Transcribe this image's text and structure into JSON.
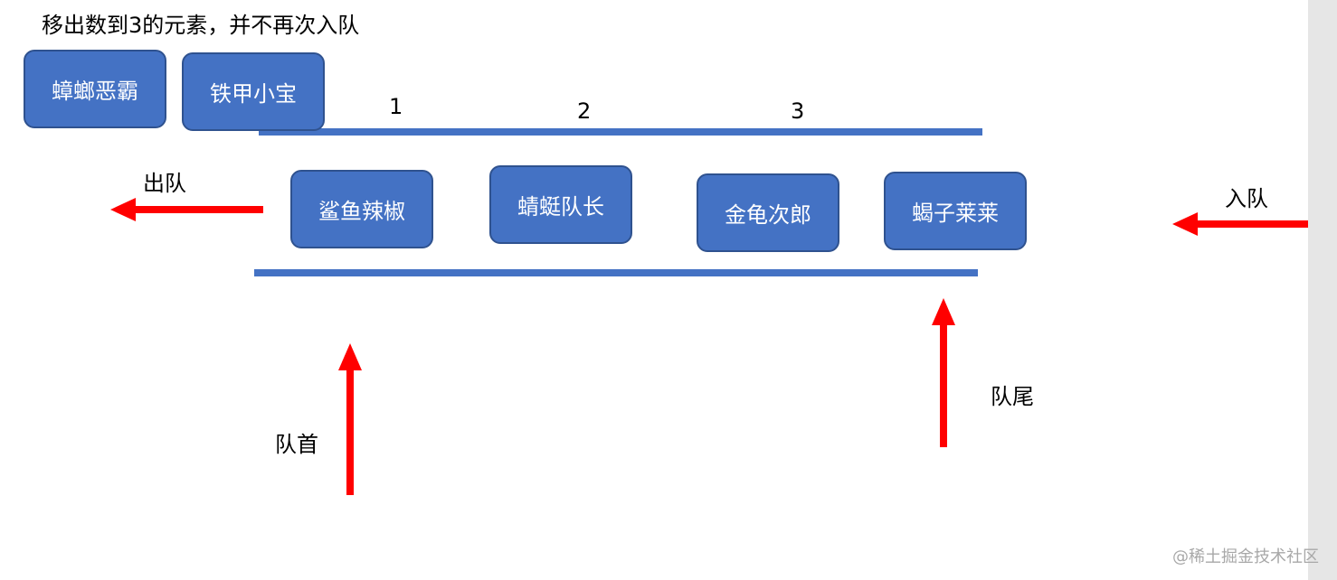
{
  "caption": "移出数到3的元素，并不再次入队",
  "removed": [
    "蟑螂恶霸",
    "铁甲小宝"
  ],
  "indices": [
    "1",
    "2",
    "3"
  ],
  "queue": [
    "鲨鱼辣椒",
    "蜻蜓队长",
    "金龟次郎",
    "蝎子莱莱"
  ],
  "labels": {
    "dequeue": "出队",
    "enqueue": "入队",
    "head": "队首",
    "tail": "队尾"
  },
  "watermark": "@稀土掘金技术社区",
  "colors": {
    "node_fill": "#4472c4",
    "node_border": "#2f528f",
    "rail": "#4472c4",
    "arrow": "#ff0000"
  }
}
